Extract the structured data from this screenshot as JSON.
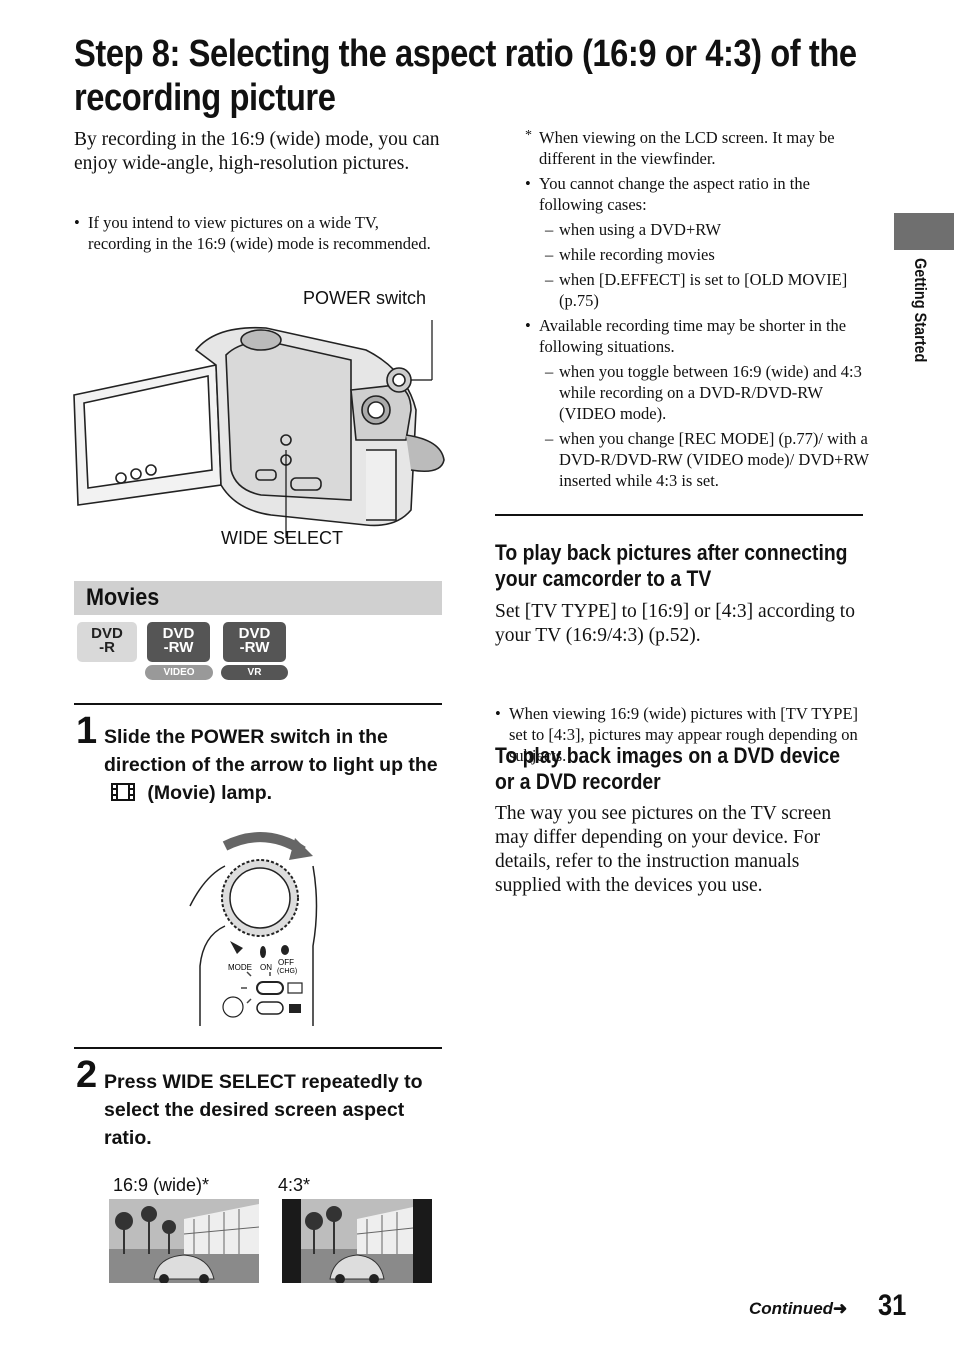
{
  "page": {
    "title": "Step 8: Selecting the aspect ratio (16:9 or 4:3) of the recording picture",
    "side_tab": "Getting Started",
    "continued": "Continued",
    "page_number": "31"
  },
  "left": {
    "intro": "By recording in the 16:9 (wide) mode, you can enjoy wide-angle, high-resolution pictures.",
    "intro_bullet": "If you intend to view pictures on a wide TV, recording in the 16:9 (wide) mode is recommended.",
    "power_switch_label": "POWER switch",
    "wide_select_label": "WIDE SELECT",
    "movies_heading": "Movies",
    "badges": [
      {
        "line1": "DVD",
        "line2": "-R",
        "pill": ""
      },
      {
        "line1": "DVD",
        "line2": "-RW",
        "pill": "VIDEO"
      },
      {
        "line1": "DVD",
        "line2": "-RW",
        "pill": "VR"
      }
    ],
    "step1_number": "1",
    "step1_text_a": "Slide the POWER switch in the direction of the arrow to light up the",
    "step1_text_b": "(Movie) lamp.",
    "dial_labels": {
      "mode": "MODE",
      "on": "ON",
      "off": "OFF",
      "chg": "(CHG)"
    },
    "step2_number": "2",
    "step2_text": "Press WIDE SELECT repeatedly to select the desired screen aspect ratio.",
    "wide_caption": "16:9 (wide)*",
    "std_caption": "4:3*"
  },
  "right": {
    "note_star": "When viewing on the LCD screen. It may be different in the viewfinder.",
    "note_cannot": "You cannot change the aspect ratio in the following cases:",
    "cannot_cases": [
      "when using a DVD+RW",
      "while recording movies",
      "when [D.EFFECT] is set to [OLD MOVIE] (p.75)"
    ],
    "note_time": "Available recording time may be shorter in the following situations.",
    "time_cases": [
      "when you toggle between 16:9 (wide) and 4:3 while recording on a DVD-R/DVD-RW (VIDEO mode).",
      "when you change [REC MODE] (p.77)/ with a DVD-R/DVD-RW (VIDEO mode)/ DVD+RW inserted while 4:3 is set."
    ],
    "tv_heading": "To play back pictures after connecting your camcorder to a TV",
    "tv_text": "Set [TV TYPE] to [16:9] or [4:3] according to your TV (16:9/4:3) (p.52).",
    "tv_bullet": "When viewing 16:9 (wide) pictures with [TV TYPE] set to [4:3], pictures may appear rough depending on subjects.",
    "dvd_heading": "To play back images on a DVD device or a DVD recorder",
    "dvd_text": "The way you see pictures on the TV screen may differ depending on your device. For details, refer to the instruction manuals supplied with the devices you use."
  },
  "colors": {
    "movies_bar": "#d0d0d0",
    "badge_light": "#d9d9d9",
    "badge_dark": "#555555",
    "side_tab": "#6f6f6f"
  }
}
